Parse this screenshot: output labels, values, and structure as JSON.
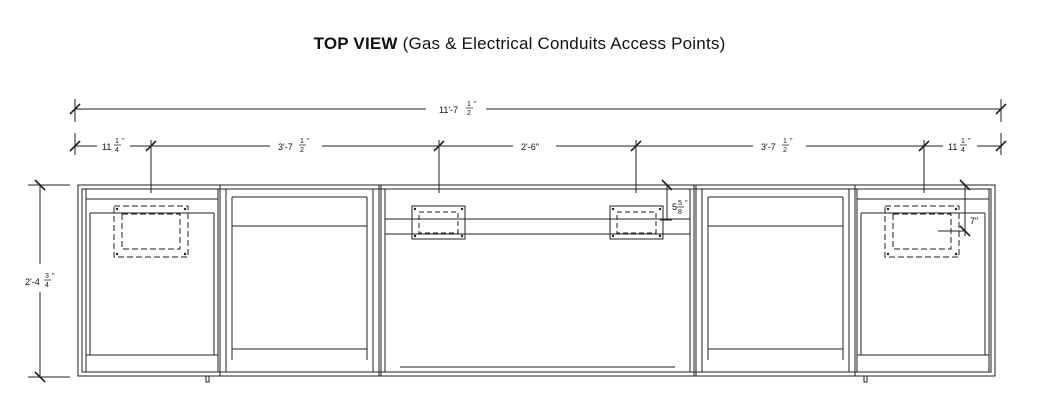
{
  "title": {
    "bold": "TOP VIEW",
    "rest": "(Gas & Electrical Conduits Access Points)"
  },
  "dimensions": {
    "overall": {
      "whole": "11'-7",
      "num": "1",
      "den": "2",
      "unit": "\""
    },
    "segments": [
      {
        "whole": "11",
        "num": "1",
        "den": "4",
        "unit": "\""
      },
      {
        "whole": "3'-7",
        "num": "1",
        "den": "2",
        "unit": "\""
      },
      {
        "whole": "2'-6\"",
        "num": "",
        "den": "",
        "unit": ""
      },
      {
        "whole": "3'-7",
        "num": "1",
        "den": "2",
        "unit": "\""
      },
      {
        "whole": "11",
        "num": "1",
        "den": "4",
        "unit": "\""
      }
    ],
    "depth": {
      "whole": "2'-4",
      "num": "3",
      "den": "4",
      "unit": "\""
    },
    "offset_small": {
      "whole": "5",
      "num": "5",
      "den": "8",
      "unit": "\""
    },
    "offset_side": {
      "whole": "7\"",
      "num": "",
      "den": "",
      "unit": ""
    }
  }
}
